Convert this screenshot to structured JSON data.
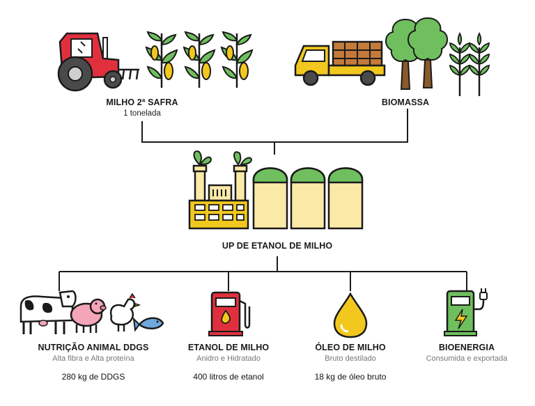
{
  "top": {
    "corn": {
      "title": "MILHO 2ª SAFRA",
      "subtitle": "1 tonelada"
    },
    "biomass": {
      "title": "BIOMASSA"
    }
  },
  "center": {
    "title": "UP DE ETANOL DE MILHO"
  },
  "outputs": [
    {
      "title": "NUTRIÇÃO ANIMAL DDGS",
      "subtitle": "Alta fibra e Alta proteína",
      "amount": "280 kg de DDGS"
    },
    {
      "title": "ETANOL DE MILHO",
      "subtitle": "Anidro e Hidratado",
      "amount": "400 litros de etanol"
    },
    {
      "title": "ÓLEO DE MILHO",
      "subtitle": "Bruto destilado",
      "amount": "18 kg de óleo bruto"
    },
    {
      "title": "BIOENERGIA",
      "subtitle": "Consumida e exportada",
      "amount": ""
    }
  ],
  "colors": {
    "red": "#e0303e",
    "yellow": "#f2c81e",
    "cream": "#fbe9a8",
    "green": "#6fbf5e",
    "line": "#1a1a1a"
  },
  "icons": [
    "tractor-icon",
    "corn-plant-icon",
    "truck-icon",
    "tree-icon",
    "wheat-icon",
    "factory-icon",
    "silo-icon",
    "cow-icon",
    "pig-icon",
    "chicken-icon",
    "fish-icon",
    "fuel-pump-icon",
    "oil-drop-icon",
    "ev-charger-icon"
  ]
}
